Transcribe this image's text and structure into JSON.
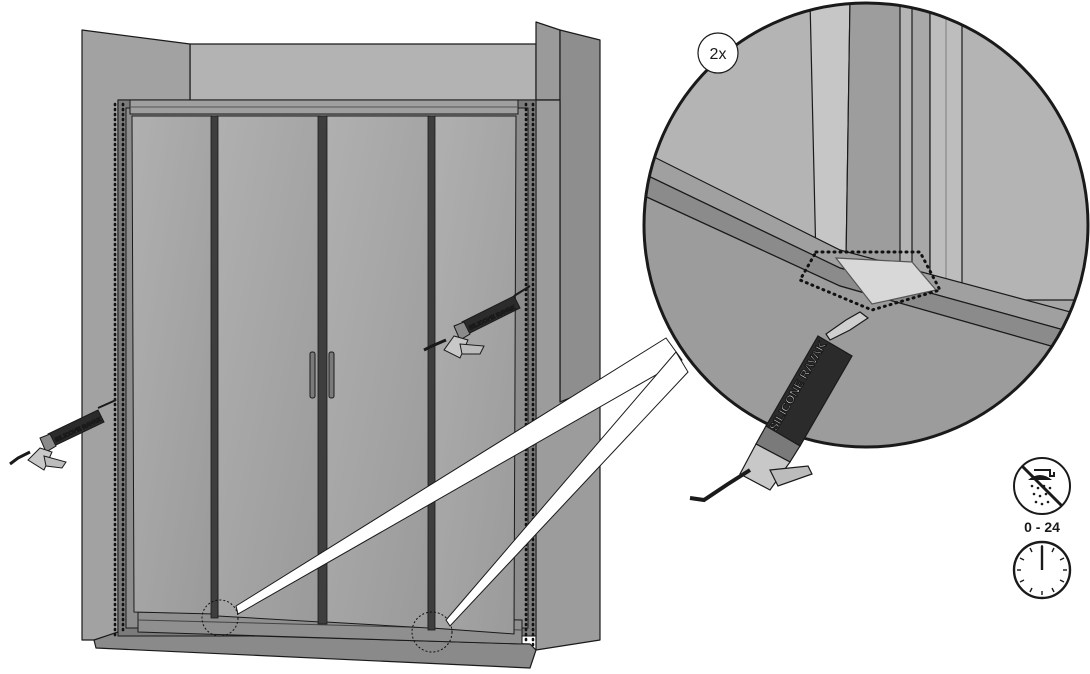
{
  "step": {
    "repeat_label": "2x",
    "cure_time_label": "0 - 24",
    "silicone_label": "SILICONE RAVAK"
  },
  "icons": {
    "no_shower": "no-shower-icon",
    "clock": "clock-icon",
    "silicone_gun": "silicone-gun-icon"
  },
  "colors": {
    "wall": "#9c9c9c",
    "glass": "#a6a6a6",
    "frame": "#4a4a4a",
    "outline": "#1a1a1a",
    "background": "#ffffff"
  }
}
